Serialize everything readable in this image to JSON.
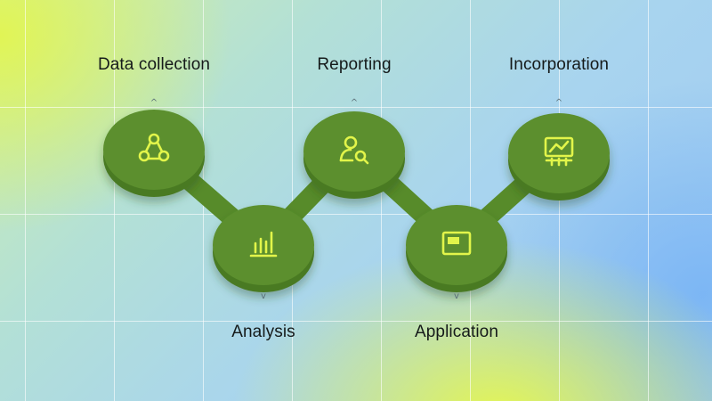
{
  "steps": [
    {
      "label": "Data collection",
      "icon": "webhook-icon",
      "position": "top"
    },
    {
      "label": "Analysis",
      "icon": "bar-chart-icon",
      "position": "bottom"
    },
    {
      "label": "Reporting",
      "icon": "user-search-icon",
      "position": "top"
    },
    {
      "label": "Application",
      "icon": "app-window-icon",
      "position": "bottom"
    },
    {
      "label": "Incorporation",
      "icon": "chart-settings-icon",
      "position": "top"
    }
  ],
  "colors": {
    "node": "#5b8f2e",
    "node_edge": "#4a7a22",
    "connector": "#578b2a",
    "icon": "#e2f54a",
    "text": "#151a1a"
  }
}
